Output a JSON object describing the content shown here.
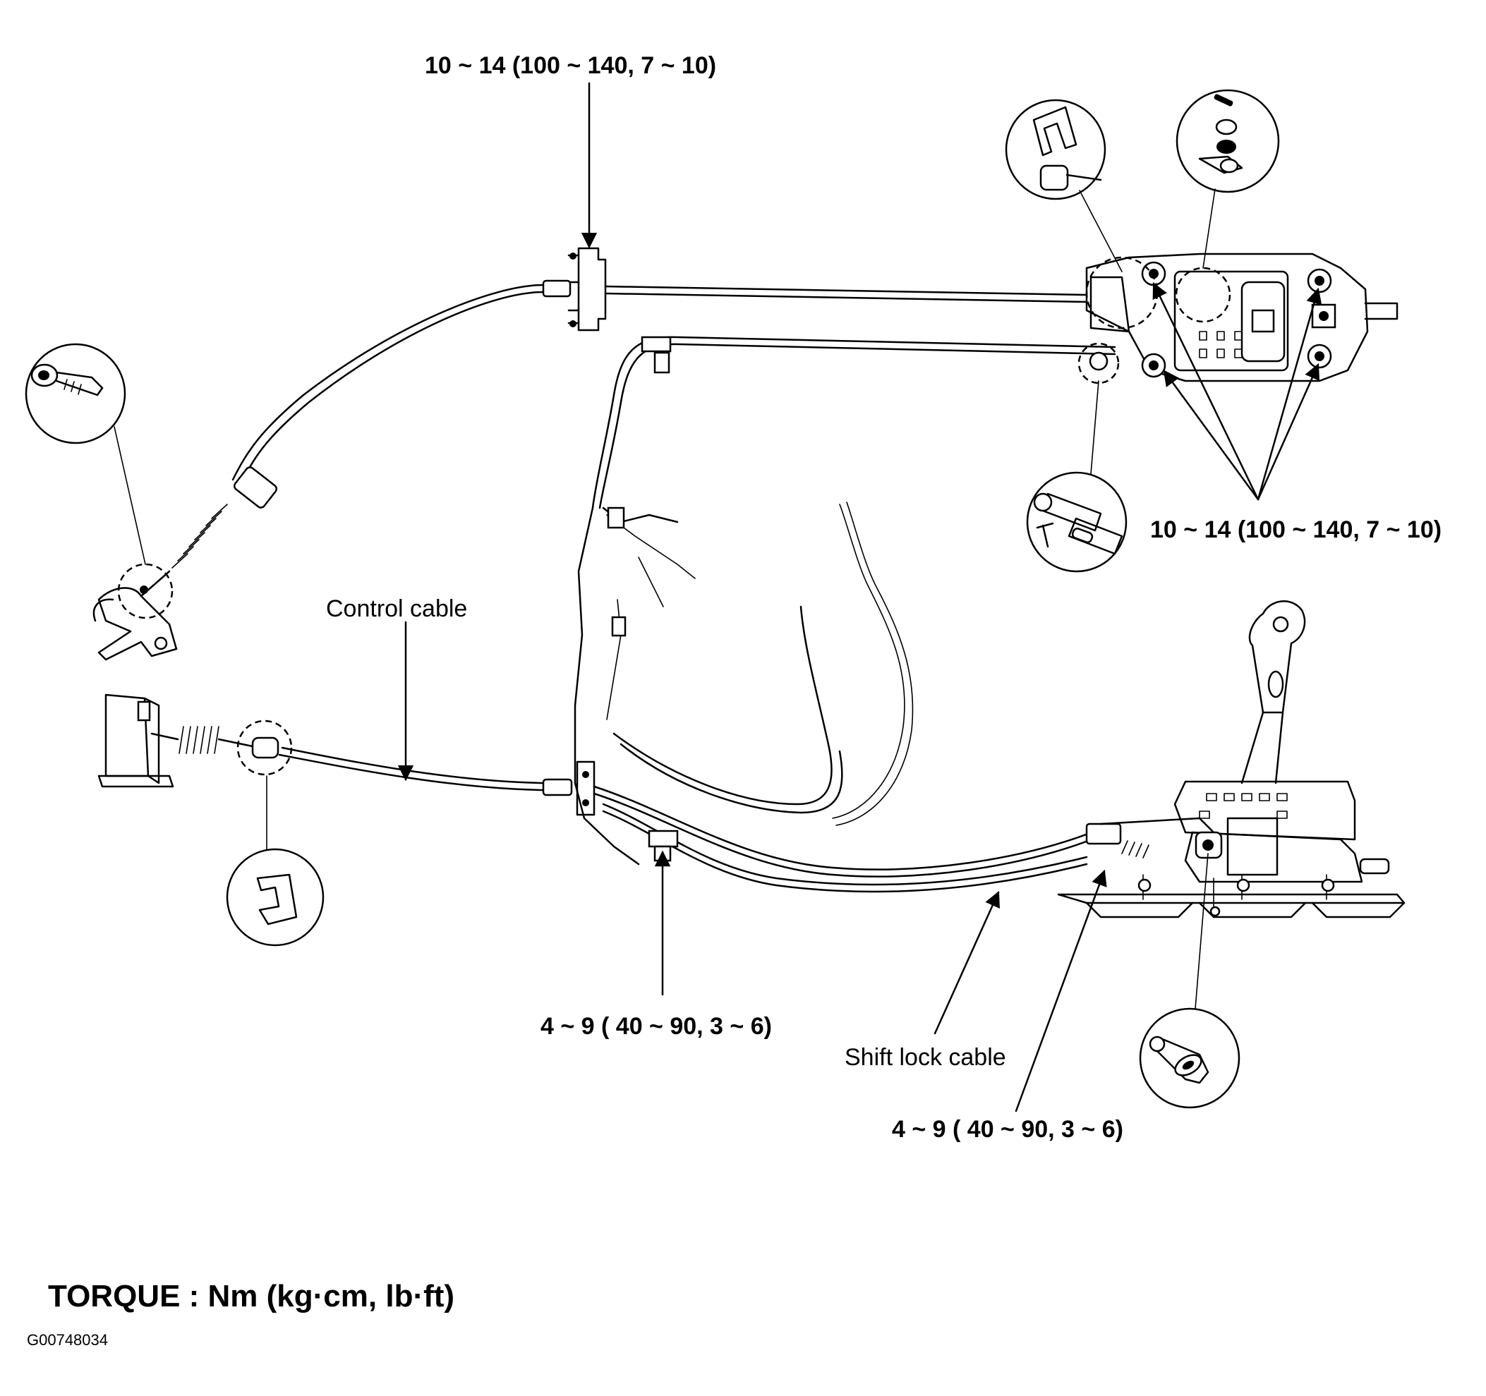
{
  "labels": {
    "torque_top_center": "10 ~ 14 (100 ~ 140, 7 ~ 10)",
    "torque_right": "10 ~ 14 (100 ~ 140, 7 ~ 10)",
    "control_cable": "Control cable",
    "torque_bottom_center": "4 ~ 9 ( 40 ~ 90, 3 ~ 6)",
    "shift_lock_cable": "Shift lock cable",
    "torque_bottom_right": "4 ~ 9 ( 40 ~ 90, 3 ~ 6)",
    "torque_units": "TORQUE : Nm (kg·cm, lb·ft)",
    "figure_code": "G00748034"
  },
  "icons": [
    "bolt-detail-icon",
    "clip-detail-icon",
    "washer-stack-detail-icon",
    "pin-detail-icon",
    "bushing-detail-icon"
  ]
}
